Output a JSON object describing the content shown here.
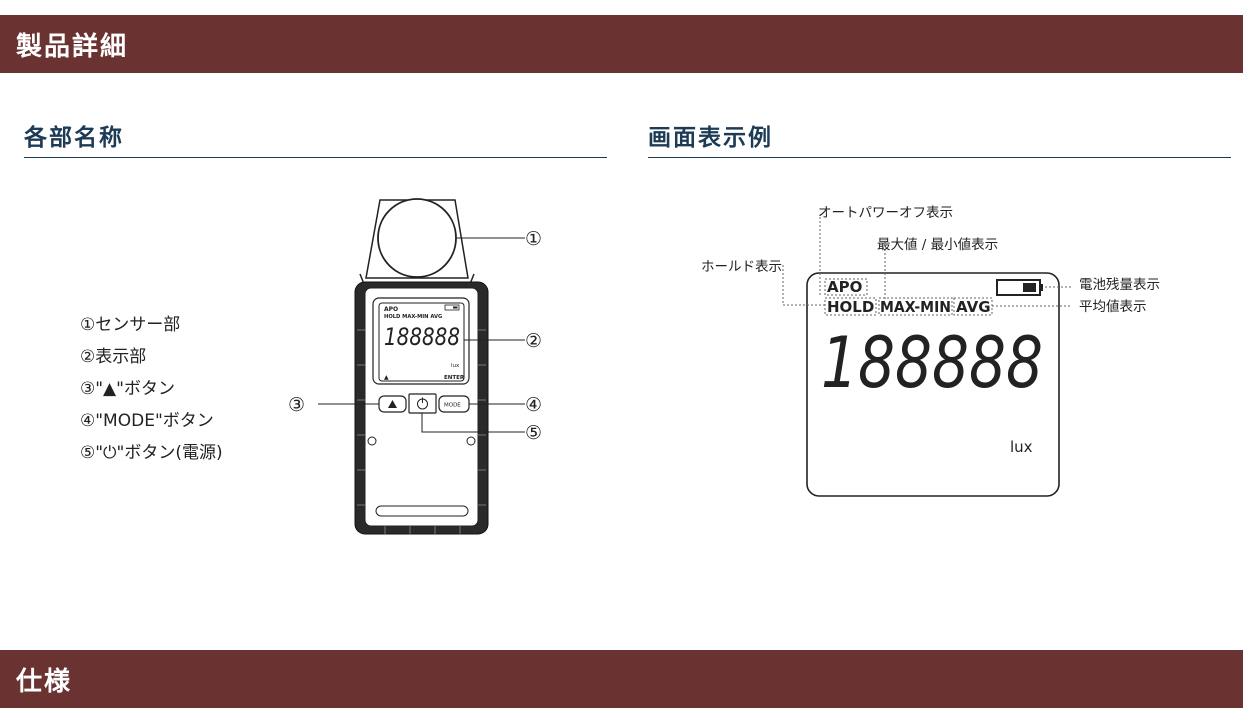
{
  "header": {
    "title": "製品詳細"
  },
  "parts_section": {
    "title": "各部名称",
    "items": [
      "①センサー部",
      "②表示部",
      "③\"▲\"ボタン",
      "④\"MODE\"ボタン",
      "⑤\"⏻\"ボタン(電源)"
    ],
    "device": {
      "lcd": {
        "apo": "APO",
        "modes": "HOLD MAX-MIN AVG",
        "digits": "188888",
        "unit": "lux",
        "enter": "ENTER",
        "up": "▲"
      },
      "mode_button": "MODE",
      "callouts": [
        "①",
        "②",
        "③",
        "④",
        "⑤"
      ]
    }
  },
  "display_section": {
    "title": "画面表示例",
    "lcd": {
      "apo": "APO",
      "hold": "HOLD",
      "maxmin": "MAX-MIN",
      "avg": "AVG",
      "digits": "188888",
      "unit": "lux"
    },
    "labels": {
      "apo": "オートパワーオフ表示",
      "maxmin": "最大値 / 最小値表示",
      "hold": "ホールド表示",
      "battery": "電池残量表示",
      "avg": "平均値表示"
    }
  },
  "footer": {
    "title": "仕様"
  }
}
